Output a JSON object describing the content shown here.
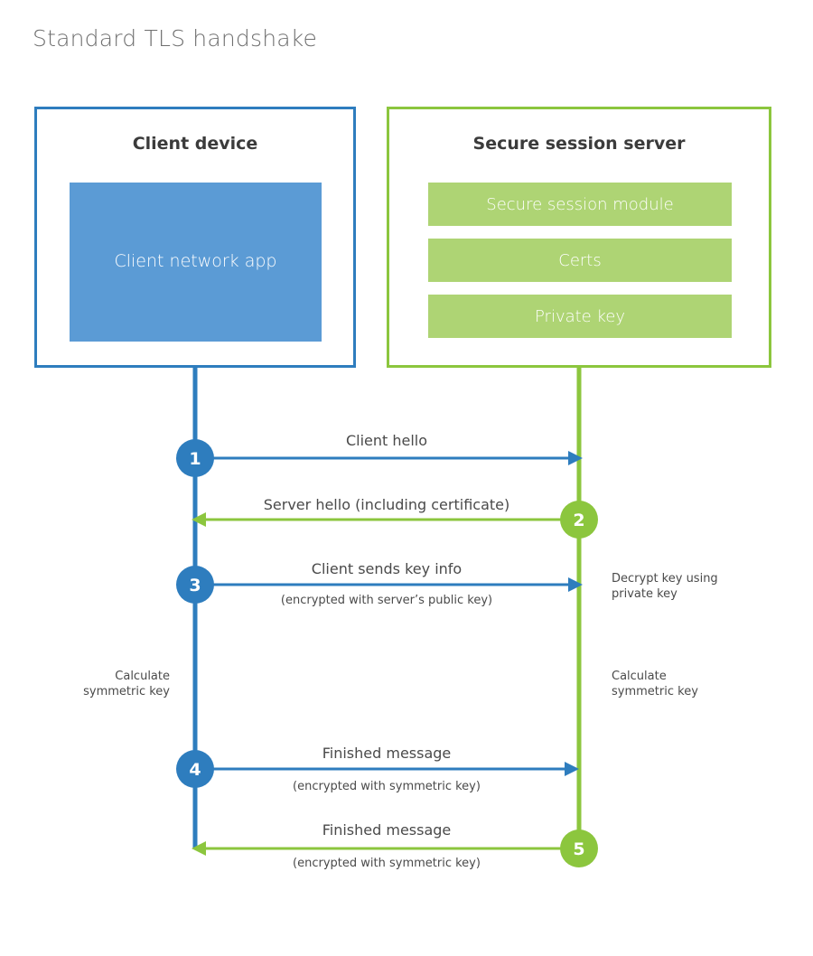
{
  "title": "Standard TLS handshake",
  "colors": {
    "client_blue": "#2e7dbe",
    "client_app_fill": "#5b9bd5",
    "server_green": "#8cc63e",
    "server_bar_fill": "#aed474",
    "title_gray": "#6f6f6f",
    "text_gray": "#4a4a4a",
    "background": "#ffffff"
  },
  "client": {
    "title": "Client device",
    "app_label": "Client network app"
  },
  "server": {
    "title": "Secure session server",
    "components": [
      {
        "label": "Secure session module"
      },
      {
        "label": "Certs"
      },
      {
        "label": "Private key"
      }
    ]
  },
  "steps": [
    {
      "number": "1",
      "label": "Client hello",
      "sublabel": "",
      "direction": "client-to-server",
      "color": "#2e7dbe"
    },
    {
      "number": "2",
      "label": "Server hello (including certificate)",
      "sublabel": "",
      "direction": "server-to-client",
      "color": "#8cc63e"
    },
    {
      "number": "3",
      "label": "Client sends key info",
      "sublabel": "(encrypted with server’s public key)",
      "direction": "client-to-server",
      "color": "#2e7dbe"
    },
    {
      "number": "4",
      "label": "Finished message",
      "sublabel": "(encrypted with symmetric key)",
      "direction": "client-to-server",
      "color": "#2e7dbe"
    },
    {
      "number": "5",
      "label": "Finished message",
      "sublabel": "(encrypted with symmetric key)",
      "direction": "server-to-client",
      "color": "#8cc63e"
    }
  ],
  "annotations": {
    "server_decrypt": "Decrypt key using\nprivate key",
    "server_decrypt_line1": "Decrypt key using",
    "server_decrypt_line2": "private key",
    "client_calculate_line1": "Calculate",
    "client_calculate_line2": "symmetric key",
    "server_calculate_line1": "Calculate",
    "server_calculate_line2": "symmetric key"
  }
}
